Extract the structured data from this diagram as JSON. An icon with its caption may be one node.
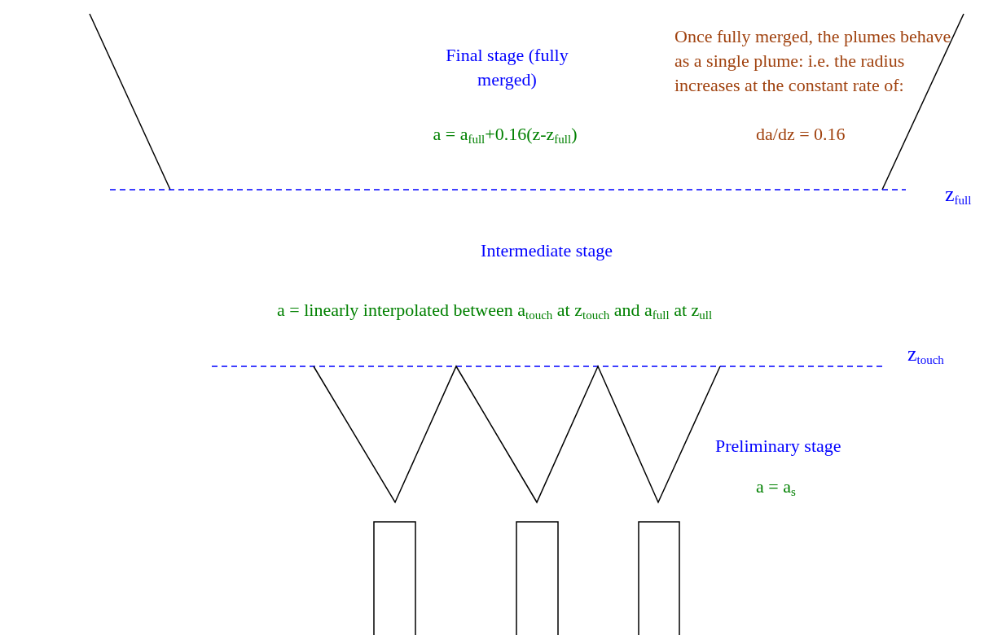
{
  "diagram": {
    "labels": [
      "Final stage (fully merged)",
      "Once fully merged, the plumes behave as a single plume: i.e. the radius increases at the constant rate of:",
      "a = a$_{full}$+0.16(z-z$_{full}$)",
      "da/dz = 0.16",
      "z$_{full}$",
      "Intermediate stage",
      "a = linearly interpolated between a$_{touch}$ at z$_{touch}$ and a$_{full}$ at z$_{ull}$",
      "z$_{touch}$",
      "Preliminary stage",
      "a = a$_{s}$"
    ]
  }
}
